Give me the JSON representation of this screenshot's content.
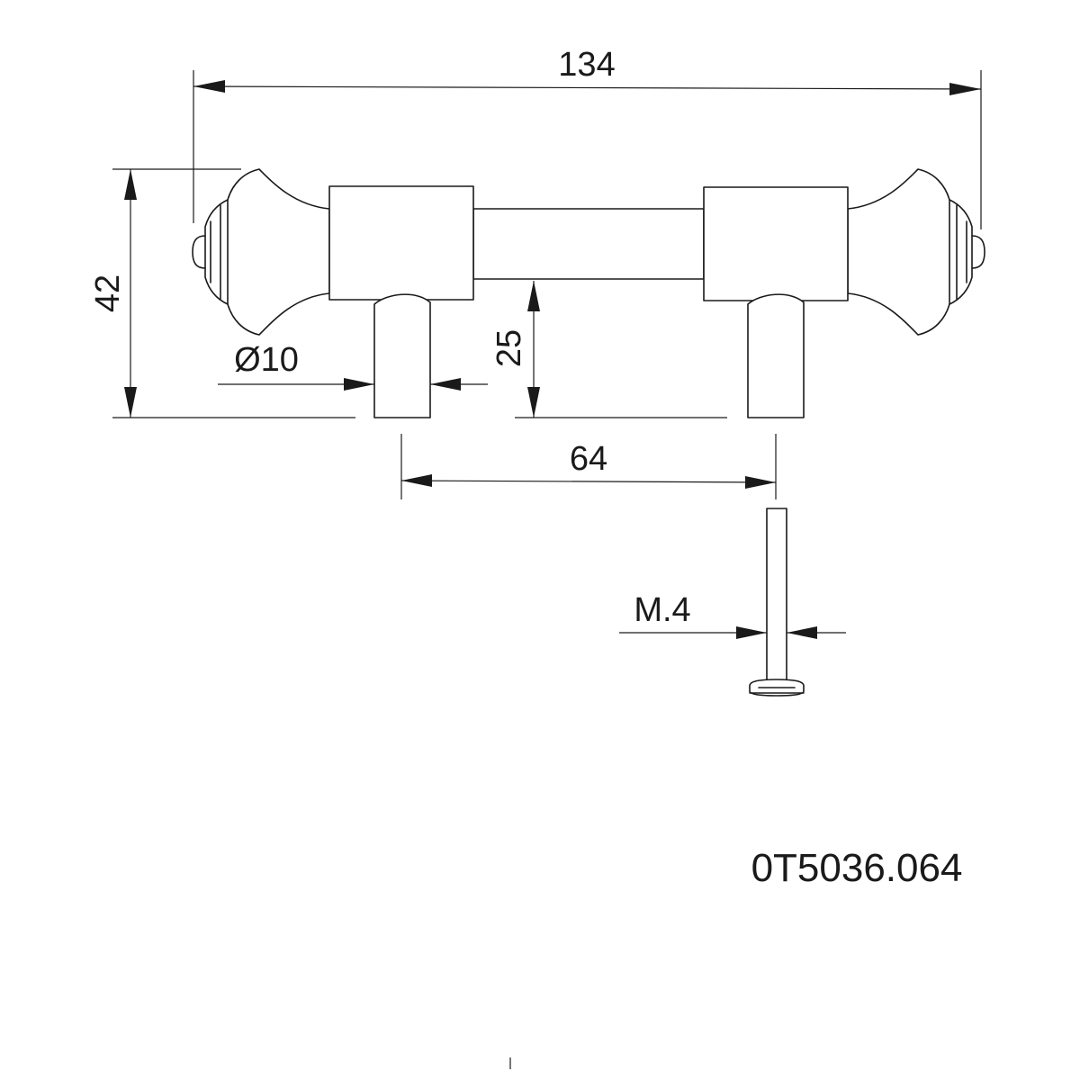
{
  "dimensions": {
    "overall_length": "134",
    "height": "42",
    "diameter": "Ø10",
    "projection": "25",
    "hole_spacing": "64",
    "screw_thread": "M.4"
  },
  "product_code": "0T5036.064"
}
